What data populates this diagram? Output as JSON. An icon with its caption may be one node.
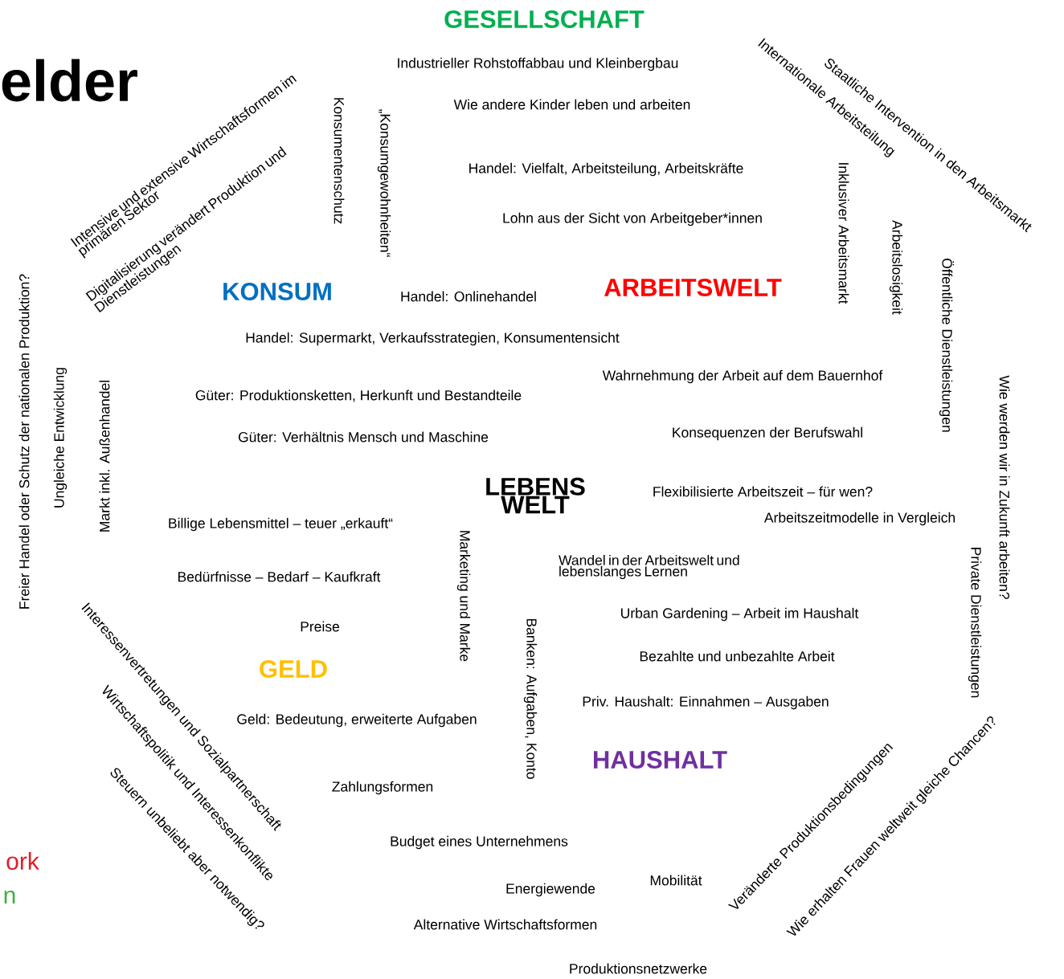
{
  "diagram": {
    "labels": [
      "GESELLSCHAFT",
      "elder",
      "Industrieller Rohstoffabbau und Kleinbergbau",
      "Staatliche Intervention in den Arbeitsmarkt",
      "Internationale Arbeitsteilung",
      "Intensive und extensive Wirtschaftsformen im primären Sektor",
      "Konsumentenschutz",
      "„Konsumgewohnheiten“",
      "Wie andere Kinder leben und arbeiten",
      "Digitalisierung verändert Produktion und Dienstleistungen",
      "Handel: Vielfalt, Arbeitsteilung, Arbeitskräfte",
      "Inklusiver Arbeitsmarkt",
      "Arbeitslosigkeit",
      "Lohn aus der Sicht von Arbeitgeber*innen",
      "Freier Handel oder Schutz der nationalen Produktion?",
      "Öffentliche Dienstleistungen",
      "KONSUM",
      "Handel: Onlinehandel",
      "ARBEITSWELT",
      "Wie werden wir in Zukunft arbeiten?",
      "Ungleiche Entwicklung",
      "Markt inkl. Außenhandel",
      "Handel: Supermarkt, Verkaufsstrategien, Konsumentensicht",
      "Wahrnehmung der Arbeit auf dem Bauernhof",
      "Güter: Produktionsketten, Herkunft und Bestandteile",
      "Konsequenzen der Berufswahl",
      "Güter: Verhältnis Mensch und Maschine",
      "LEBENS WELT",
      "Flexibilisierte Arbeitszeit – für wen?",
      "Arbeitszeitmodelle in Vergleich",
      "Billige Lebensmittel – teuer „erkauft“",
      "Marketing und Marke",
      "Private Dienstleistungen",
      "Wandel in der Arbeitswelt und lebenslanges Lernen",
      "Bedürfnisse – Bedarf – Kaufkraft",
      "Interessenvertretungen und Sozialpartnerschaft",
      "Urban Gardening – Arbeit im Haushalt",
      "Preise",
      "Banken: Aufgaben, Konto",
      "Bezahlte und unbezahlte Arbeit",
      "GELD",
      "Wirtschaftspolitik und Interessenkonflikte",
      "Priv. Haushalt: Einnahmen – Ausgaben",
      "Geld: Bedeutung, erweiterte Aufgaben",
      "Steuern unbeliebt aber notwendig?",
      "Veränderte Produktionsbedingungen",
      "Wie erhalten Frauen weltweit gleiche Chancen?",
      "HAUSHALT",
      "Zahlungsformen",
      "Budget eines Unternehmens",
      "ork",
      "Mobilität",
      "Energiewende",
      "n",
      "Alternative Wirtschaftsformen",
      "Produktionsnetzwerke"
    ]
  }
}
